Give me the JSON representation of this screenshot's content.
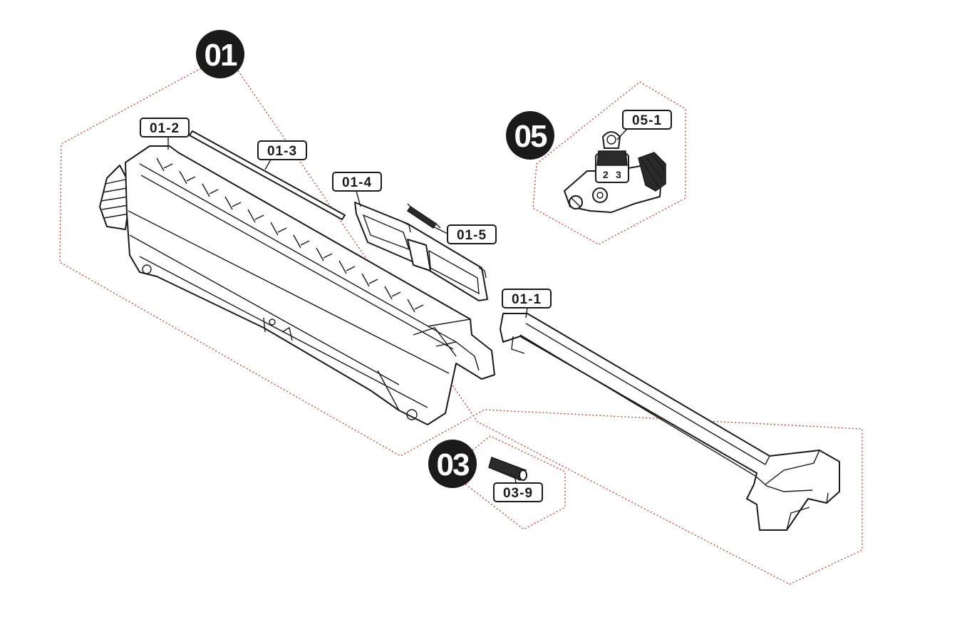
{
  "groups": {
    "g01": {
      "number": "01"
    },
    "g03": {
      "number": "03"
    },
    "g05": {
      "number": "05"
    }
  },
  "parts": {
    "p01_1": "01-1",
    "p01_2": "01-2",
    "p01_3": "01-3",
    "p01_4": "01-4",
    "p01_5": "01-5",
    "p03_9": "03-9",
    "p05_1": "05-1"
  },
  "rear_sight_dial": {
    "left_digit": "2",
    "right_digit": "3"
  },
  "colors": {
    "boundary": "#c0392b",
    "ink": "#1a1a1a",
    "background": "#ffffff"
  }
}
